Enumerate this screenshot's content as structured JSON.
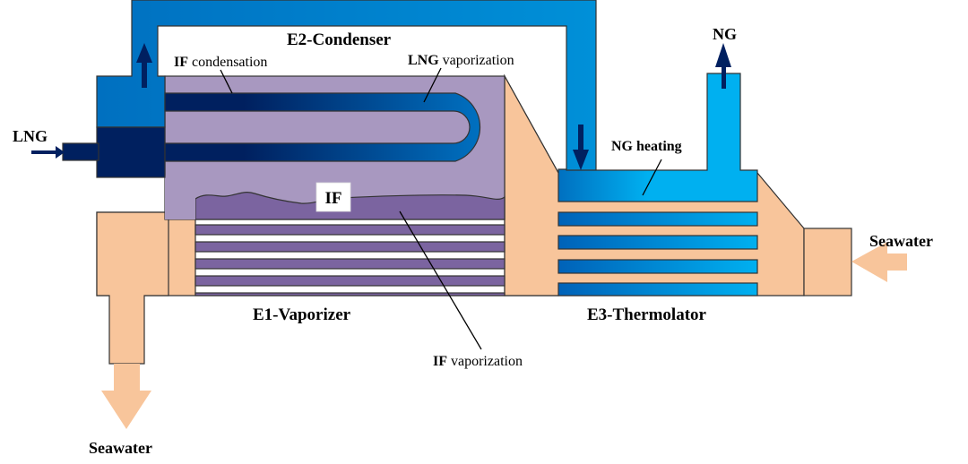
{
  "diagram": {
    "title": "Intermediate fluid vaporizer (IFV) schematic",
    "components": {
      "condenser": "E2-Condenser",
      "vaporizer": "E1-Vaporizer",
      "thermolator": "E3-Thermolator"
    },
    "annotations": {
      "if_condensation_bold": "IF",
      "if_condensation_rest": " condensation",
      "lng_vaporization_bold": "LNG",
      "lng_vaporization_rest": " vaporization",
      "if_vaporization_bold": "IF",
      "if_vaporization_rest": " vaporization",
      "ng_heating": "NG heating",
      "if_box": "IF"
    },
    "streams": {
      "lng_in": "LNG",
      "ng_out": "NG",
      "seawater_in": "Seawater",
      "seawater_out": "Seawater"
    },
    "colors": {
      "lng_dark": "#00205f",
      "ng_blue": "#0070c0",
      "ng_light": "#00b0f0",
      "if_vapor": "#a898c0",
      "if_liquid": "#7b64a0",
      "seawater": "#f8c59b",
      "arrow": "#002060",
      "outline": "#333333"
    }
  }
}
